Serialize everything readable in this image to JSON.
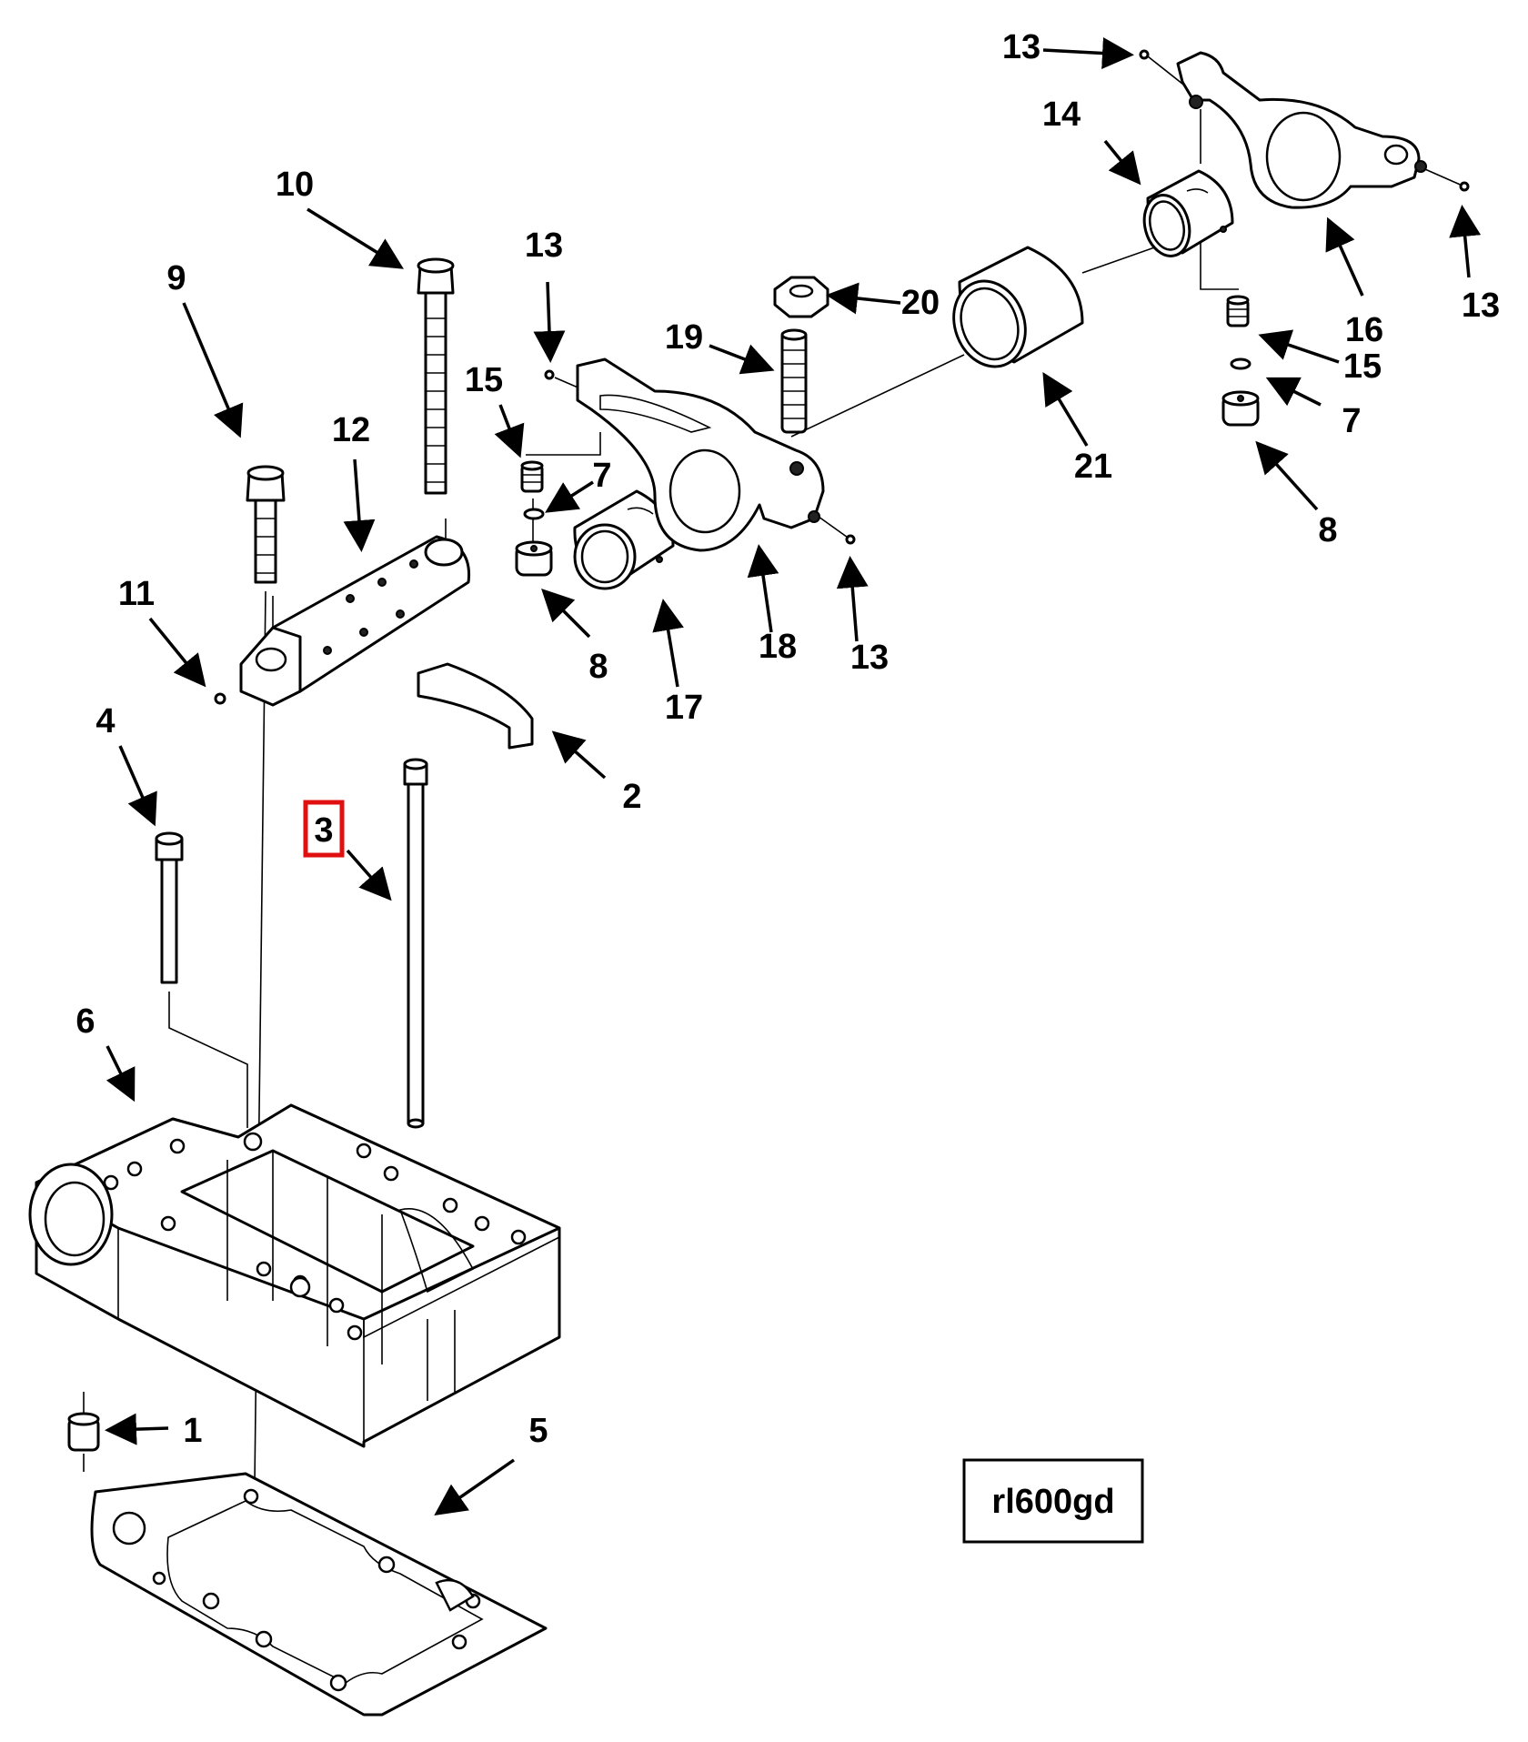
{
  "labels": {
    "l1": "1",
    "l2": "2",
    "l3": "3",
    "l4": "4",
    "l5": "5",
    "l6": "6",
    "l7a": "7",
    "l7b": "7",
    "l8a": "8",
    "l8b": "8",
    "l9": "9",
    "l10": "10",
    "l11": "11",
    "l12": "12",
    "l13a": "13",
    "l13b": "13",
    "l13c": "13",
    "l13d": "13",
    "l14": "14",
    "l15a": "15",
    "l15b": "15",
    "l16": "16",
    "l17": "17",
    "l18": "18",
    "l19": "19",
    "l20": "20",
    "l21": "21"
  },
  "reference_code": "rl600gd",
  "highlighted_label": "3",
  "colors": {
    "highlight": "#e01010",
    "ink": "#000000"
  }
}
